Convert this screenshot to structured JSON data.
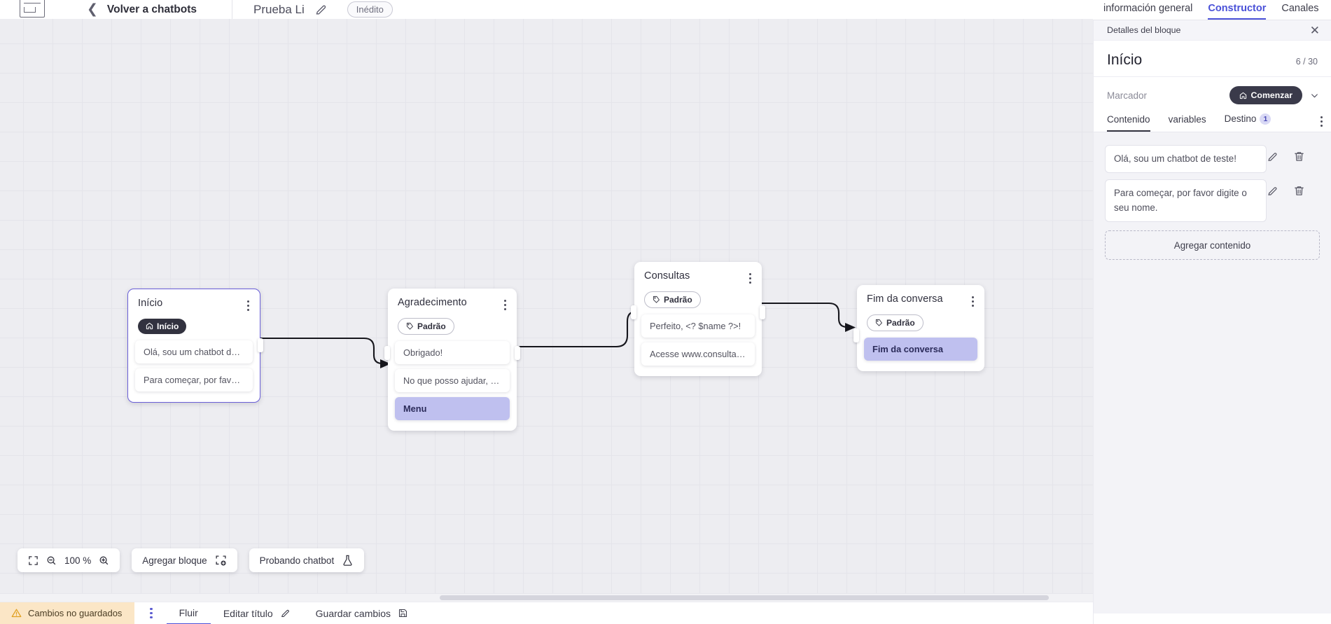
{
  "topbar": {
    "logo_icon": "app-logo-icon",
    "back_chevron": "chevron-left-icon",
    "back_label": "Volver a chatbots",
    "bot_title": "Prueba Li",
    "edit_icon": "pencil-icon",
    "draft_badge": "Inédito"
  },
  "right_tabs": [
    {
      "label": "información general",
      "active": false
    },
    {
      "label": "Constructor",
      "active": true
    },
    {
      "label": "Canales",
      "active": false
    }
  ],
  "canvas": {
    "zoom_level": "100 %",
    "fit_icon": "fit-screen-icon",
    "zoom_out_icon": "zoom-out-icon",
    "zoom_in_icon": "zoom-in-icon",
    "add_block_label": "Agregar bloque",
    "add_block_icon": "add-block-icon",
    "test_chatbot_label": "Probando chatbot",
    "test_chatbot_icon": "flask-icon",
    "nodes": [
      {
        "id": "inicio",
        "title": "Início",
        "badge": {
          "label": "Início",
          "type": "start",
          "icon": "home-icon"
        },
        "messages": [
          {
            "text": "Olá, sou um chatbot de teste!",
            "style": "plain"
          },
          {
            "text": "Para começar, por favor digite o ...",
            "style": "plain"
          }
        ],
        "selected": true
      },
      {
        "id": "agradecimento",
        "title": "Agradecimento",
        "badge": {
          "label": "Padrão",
          "type": "default",
          "icon": "tag-icon"
        },
        "messages": [
          {
            "text": "Obrigado!",
            "style": "plain"
          },
          {
            "text": "No que posso ajudar, <? $name ...",
            "style": "plain"
          },
          {
            "text": "Menu",
            "style": "menu"
          }
        ],
        "selected": false
      },
      {
        "id": "consultas",
        "title": "Consultas",
        "badge": {
          "label": "Padrão",
          "type": "default",
          "icon": "tag-icon"
        },
        "messages": [
          {
            "text": "Perfeito, <? $name ?>!",
            "style": "plain"
          },
          {
            "text": "Acesse www.consultas.com par...",
            "style": "plain"
          }
        ],
        "selected": false
      },
      {
        "id": "fim",
        "title": "Fim da conversa",
        "badge": {
          "label": "Padrão",
          "type": "default",
          "icon": "tag-icon"
        },
        "messages": [
          {
            "text": "Fim da conversa",
            "style": "endconv"
          }
        ],
        "selected": false
      }
    ]
  },
  "footer": {
    "unsaved_label": "Cambios no guardados",
    "warning_icon": "warning-triangle-icon",
    "kebab_icon": "more-vertical-icon",
    "flow_label": "Fluir",
    "edit_title_label": "Editar título",
    "edit_title_icon": "pencil-icon",
    "save_label": "Guardar cambios",
    "save_icon": "save-disk-icon"
  },
  "panel": {
    "header_title": "Detalles del bloque",
    "close_icon": "close-icon",
    "block_title": "Início",
    "count": "6 / 30",
    "marker_label": "Marcador",
    "marker_value": "Comenzar",
    "marker_icon": "home-icon",
    "marker_chevron": "chevron-down-icon",
    "kebab_icon": "more-vertical-icon",
    "tabs": [
      {
        "label": "Contenido",
        "active": true,
        "count": null
      },
      {
        "label": "variables",
        "active": false,
        "count": null
      },
      {
        "label": "Destino",
        "active": false,
        "count": "1"
      }
    ],
    "contents": [
      {
        "text": "Olá, sou um chatbot de teste!",
        "edit_icon": "pencil-icon",
        "delete_icon": "trash-icon"
      },
      {
        "text": "Para começar, por favor digite o seu nome.",
        "edit_icon": "pencil-icon",
        "delete_icon": "trash-icon"
      }
    ],
    "add_content_label": "Agregar contenido"
  },
  "colors": {
    "accent": "#4a51d8",
    "canvas_bg": "#ededf1",
    "node_highlight": "#bfc0ef",
    "badge_dark": "#32323f",
    "unsaved_bg": "#fbe6c6"
  }
}
